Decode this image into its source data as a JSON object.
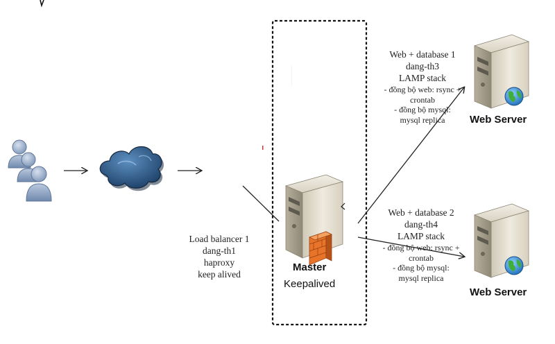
{
  "load_balancer": {
    "lines": [
      "Load balancer 1",
      "dang-th1",
      "haproxy",
      "keep alived"
    ]
  },
  "master": {
    "title": "Master",
    "subtitle": "Keepalived"
  },
  "web_server_1": {
    "lines": [
      "Web + database 1",
      "dang-th3",
      "LAMP stack"
    ],
    "detail_lines": [
      "- đồng bộ web: rsync +",
      "crontab",
      "- đồng bộ mysql:",
      "mysql replica"
    ],
    "title": "Web Server"
  },
  "web_server_2": {
    "lines": [
      "Web + database 2",
      "dang-th4",
      "LAMP stack"
    ],
    "detail_lines": [
      "- đồng bộ web: rsync +",
      "crontab",
      "- đồng bộ mysql:",
      "mysql replica"
    ],
    "title": "Web Server"
  },
  "icons": {
    "users": "users-icon",
    "cloud": "internet-cloud-icon",
    "master": "server-firewall-icon",
    "web_server": "web-server-globe-icon"
  },
  "colors": {
    "cloud": "#2e5f8f",
    "user": "#8fa6c4",
    "firewall": "#e8742a",
    "globe": "#2f8fd8",
    "border": "#111111"
  }
}
